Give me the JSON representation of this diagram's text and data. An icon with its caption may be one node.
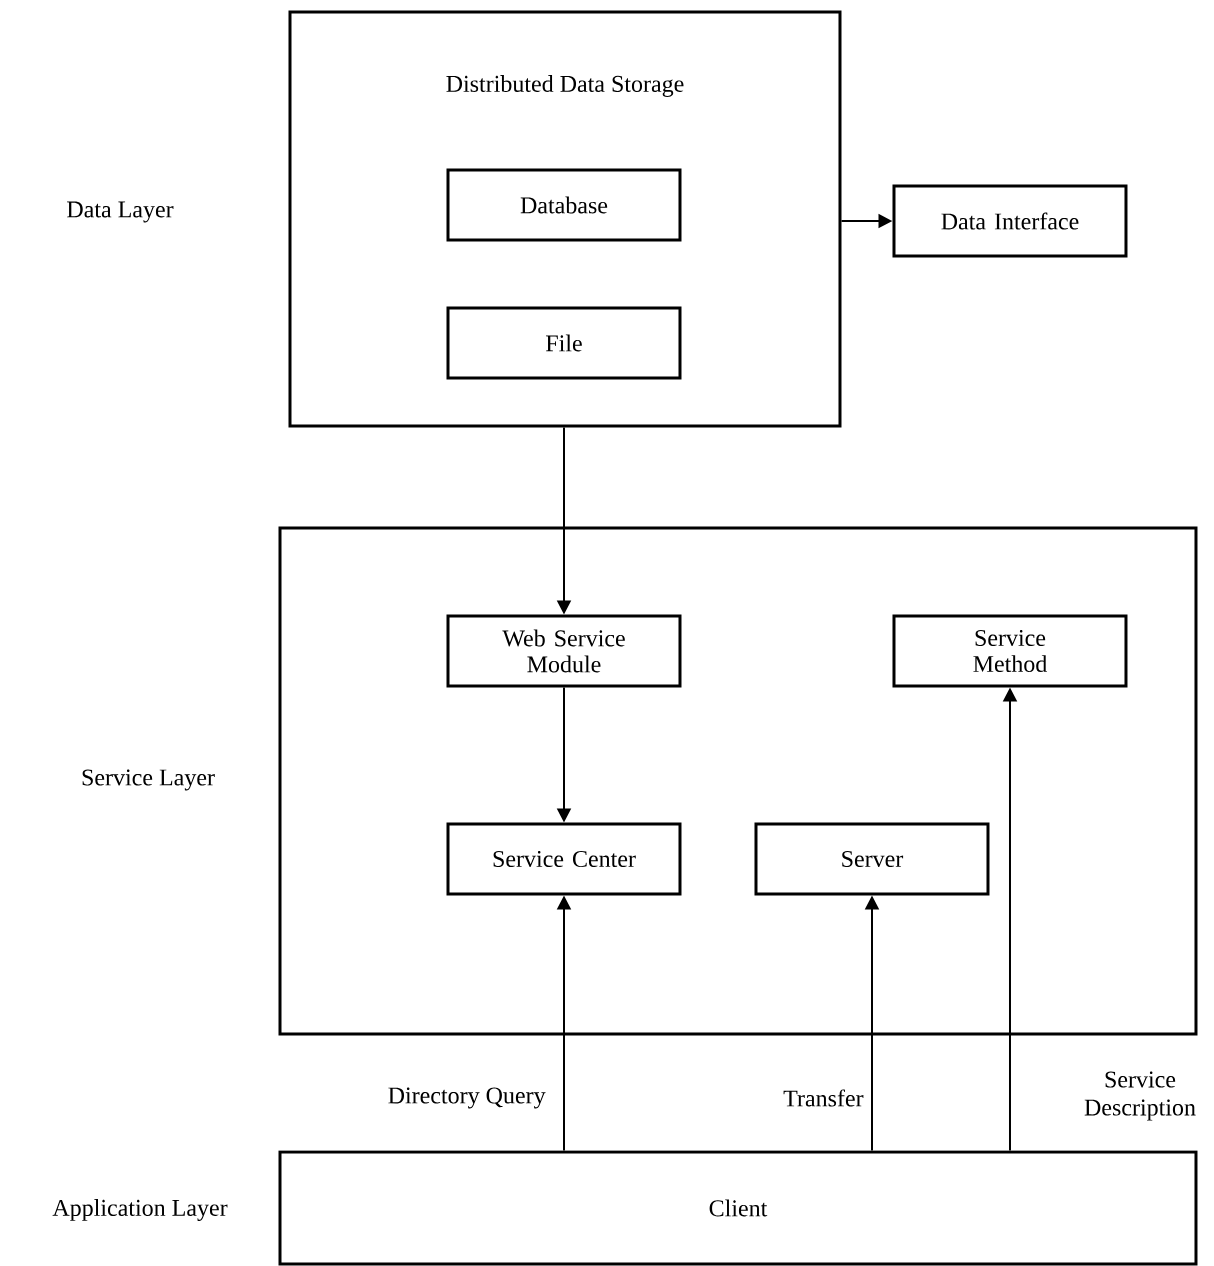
{
  "diagram": {
    "nodes": [
      {
        "text": [
          "Distributed Data Storage"
        ]
      },
      {
        "text": [
          "Database"
        ],
        "in": 0
      },
      {
        "text": [
          "File"
        ],
        "in": 0
      },
      {
        "text": [
          "Data Interface"
        ]
      },
      {
        "text": [],
        "shape": "box"
      },
      {
        "text": [
          "Web Service Module"
        ],
        "in": 4
      },
      {
        "text": [
          "Service Method"
        ],
        "in": 4
      },
      {
        "text": [
          "Service Center"
        ],
        "in": 4
      },
      {
        "text": [
          "Server"
        ],
        "in": 4
      },
      {
        "text": [
          "Client"
        ]
      }
    ],
    "edges": [
      {
        "from": 0,
        "to": 3,
        "arrow": "to"
      },
      {
        "from": 0,
        "to": 5,
        "arrow": "to"
      },
      {
        "from": 5,
        "to": 7,
        "arrow": "to"
      },
      {
        "from": 9,
        "to": 7,
        "arrow": "to",
        "label": "Directory Query"
      },
      {
        "from": 9,
        "to": 8,
        "arrow": "to",
        "label": "Transfer"
      },
      {
        "from": 9,
        "to": 6,
        "arrow": "to",
        "label": "Service Description"
      }
    ],
    "labels": [
      "Data Layer",
      "Service Layer",
      "Application Layer"
    ]
  }
}
